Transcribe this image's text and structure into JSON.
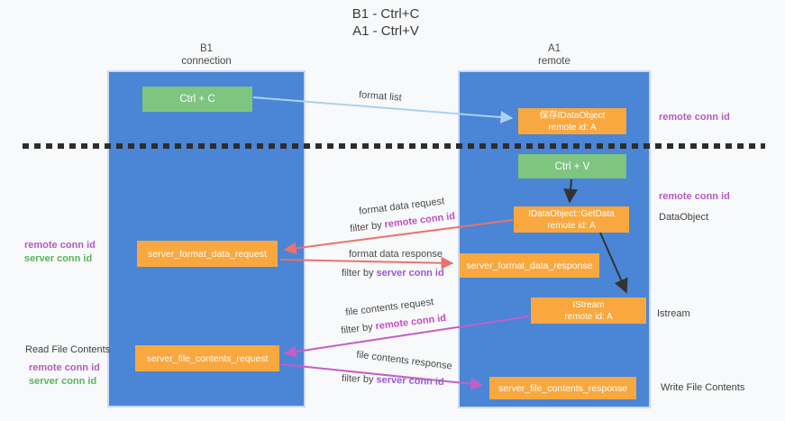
{
  "title": {
    "line1": "B1 - Ctrl+C",
    "line2": "A1 - Ctrl+V"
  },
  "lanes": {
    "left": {
      "name": "B1",
      "role": "connection"
    },
    "right": {
      "name": "A1",
      "role": "remote"
    }
  },
  "nodes": {
    "ctrl_c": {
      "label": "Ctrl + C"
    },
    "ctrl_v": {
      "label": "Ctrl + V"
    },
    "save_idataobject": {
      "line1": "保存IDataObject",
      "line2": "remote id: A"
    },
    "getdata": {
      "line1": "IDataObject::GetData",
      "line2": "remote id: A"
    },
    "istream": {
      "line1": "IStream",
      "line2": "remote id: A"
    },
    "format_request": {
      "label": "server_format_data_request"
    },
    "format_response": {
      "label": "server_format_data_response"
    },
    "file_request": {
      "label": "server_file_contents_request"
    },
    "file_response": {
      "label": "server_file_contents_response"
    }
  },
  "flows": {
    "format_list": {
      "label": "format list"
    },
    "format_data_request": {
      "label": "format data request",
      "filter_prefix": "filter by ",
      "filter_key": "remote conn id"
    },
    "format_data_response": {
      "label": "format data response",
      "filter_prefix": "filter by ",
      "filter_key": "server conn id"
    },
    "file_contents_request": {
      "label": "file contents request",
      "filter_prefix": "filter by ",
      "filter_key": "remote conn id"
    },
    "file_contents_response": {
      "label": "file contents response",
      "filter_prefix": "filter by ",
      "filter_key": "server conn id"
    }
  },
  "side_labels": {
    "remote_conn_top": "remote conn id",
    "remote_conn_mid": "remote conn id",
    "dataobject": "DataObject",
    "istream": "Istream",
    "write_file_contents": "Write File Contents",
    "read_file_contents": "Read File Contents",
    "left_remote_conn_1": "remote conn id",
    "left_server_conn_1": "server conn id",
    "left_remote_conn_2": "remote conn id",
    "left_server_conn_2": "server conn id"
  },
  "colors": {
    "lane_blue": "#4a85d6",
    "node_green": "#7ec57f",
    "node_orange": "#f9a83f",
    "remote_conn_purple": "#b45ac5",
    "server_conn_green": "#5cb35f",
    "filter_remote_magenta": "#c04ec2",
    "filter_server_purple": "#9b59d6",
    "arrow_red": "#e8736e",
    "arrow_magenta": "#c55ec6",
    "arrow_lightblue": "#a9d2f2",
    "arrow_black": "#333333"
  }
}
